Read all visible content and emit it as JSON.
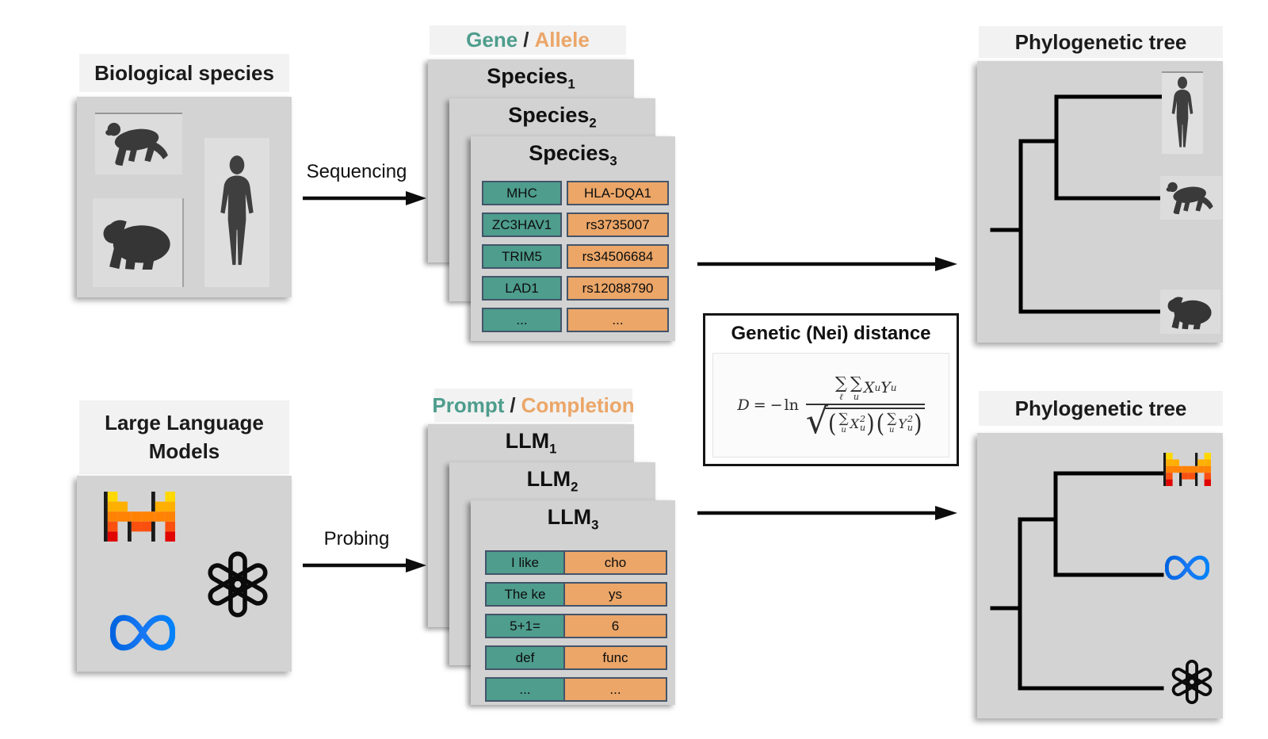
{
  "colors": {
    "teal": "#4E9D8D",
    "orange": "#EBA668",
    "card_gray": "#d3d3d3",
    "banner_gray": "#f2f2f2",
    "cell_border": "#44546A"
  },
  "bio": {
    "panel_title": "Biological species"
  },
  "sequencing_arrow": {
    "label": "Sequencing"
  },
  "gene_allele_header": {
    "left": "Gene",
    "sep": "/",
    "right": "Allele"
  },
  "species_stack": {
    "cards": [
      {
        "label": "Species",
        "sub": "1"
      },
      {
        "label": "Species",
        "sub": "2"
      },
      {
        "label": "Species",
        "sub": "3"
      }
    ],
    "table": {
      "rows": [
        {
          "gene": "MHC",
          "allele": "HLA-DQA1"
        },
        {
          "gene": "ZC3HAV1",
          "allele": "rs3735007"
        },
        {
          "gene": "TRIM5",
          "allele": "rs34506684"
        },
        {
          "gene": "LAD1",
          "allele": "rs12088790"
        },
        {
          "gene": "...",
          "allele": "..."
        }
      ]
    }
  },
  "distance_box": {
    "title": "Genetic (Nei) distance",
    "formula": {
      "lhs": "D",
      "eq": "=",
      "minus": "−",
      "ln": "ln",
      "sum": "∑",
      "sub_l": "ℓ",
      "sub_u": "u",
      "x": "X",
      "y": "Y",
      "sup_2": "2",
      "sqrt": "√",
      "lparen": "(",
      "rparen": ")"
    }
  },
  "tree_top": {
    "title": "Phylogenetic tree",
    "tips": [
      "human",
      "chimpanzee",
      "gorilla"
    ]
  },
  "llm": {
    "panel_title": "Large Language Models"
  },
  "probing_arrow": {
    "label": "Probing"
  },
  "prompt_completion_header": {
    "left": "Prompt",
    "sep": "/",
    "right": "Completion"
  },
  "llm_stack": {
    "cards": [
      {
        "label": "LLM",
        "sub": "1"
      },
      {
        "label": "LLM",
        "sub": "2"
      },
      {
        "label": "LLM",
        "sub": "3"
      }
    ],
    "table": {
      "rows": [
        {
          "prompt": "I like",
          "completion": "cho"
        },
        {
          "prompt": "The ke",
          "completion": "ys"
        },
        {
          "prompt": "5+1=",
          "completion": "6"
        },
        {
          "prompt": "def",
          "completion": "func"
        },
        {
          "prompt": "...",
          "completion": "..."
        }
      ]
    }
  },
  "tree_bottom": {
    "title": "Phylogenetic tree",
    "tips": [
      "mistral",
      "meta",
      "openai"
    ]
  }
}
